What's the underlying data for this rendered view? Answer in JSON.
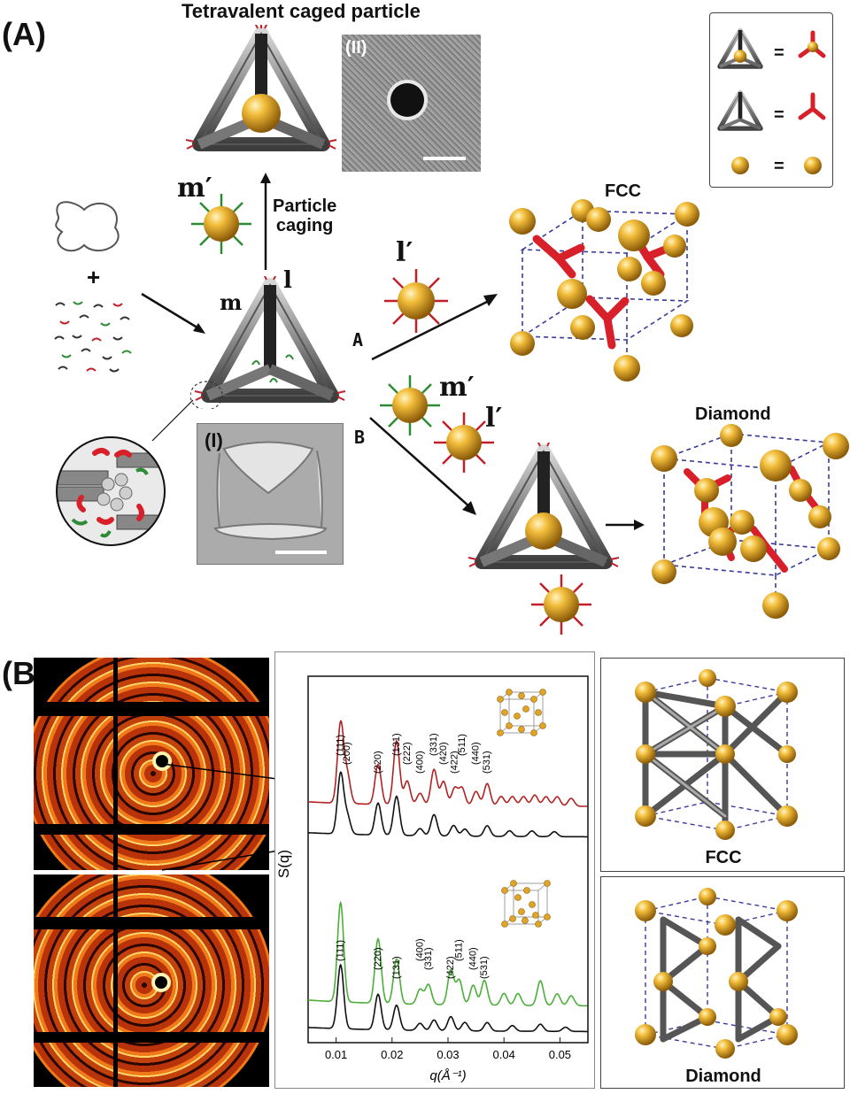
{
  "panelA": {
    "label": "(A)",
    "title": "Tetravalent caged particle",
    "em_label_II": "(II)",
    "em_label_I": "(I)",
    "m_prime_top": "m′",
    "particle_caging": [
      "Particle",
      "caging"
    ],
    "plus": "+",
    "m_label": "m",
    "l_label": "l",
    "route_a": "A",
    "route_b": "B",
    "l_prime_a": "l′",
    "m_prime_b": "m′",
    "l_prime_b": "l′",
    "fcc_title": "FCC",
    "diamond_title": "Diamond",
    "legend_eq": "=",
    "colors": {
      "gold": "#e0a526",
      "red": "#d8202a",
      "green": "#2e8b35",
      "rod": "#8a8a8a",
      "lattice": "#3a3a9a"
    }
  },
  "panelB": {
    "label": "(B)",
    "fcc_caption": "FCC",
    "diamond_caption": "Diamond"
  },
  "chart_data": {
    "type": "line",
    "xlabel": "q(Å⁻¹)",
    "ylabel": "S(q)",
    "xlim": [
      0.005,
      0.055
    ],
    "xticks": [
      "0.01",
      "0.02",
      "0.03",
      "0.04",
      "0.05"
    ],
    "xtick_values": [
      0.01,
      0.02,
      0.03,
      0.04,
      0.05
    ],
    "series": [
      {
        "color": "#b22222",
        "group": "top",
        "offset": 1,
        "peaks": [
          [
            0.0108,
            1.0
          ],
          [
            0.012,
            0.35
          ],
          [
            0.0175,
            0.5
          ],
          [
            0.0208,
            0.8
          ],
          [
            0.0227,
            0.3
          ],
          [
            0.025,
            0.15
          ],
          [
            0.0275,
            0.45
          ],
          [
            0.0292,
            0.3
          ],
          [
            0.0312,
            0.22
          ],
          [
            0.0325,
            0.22
          ],
          [
            0.035,
            0.18
          ],
          [
            0.037,
            0.28
          ],
          [
            0.0395,
            0.12
          ],
          [
            0.0415,
            0.12
          ],
          [
            0.0435,
            0.12
          ],
          [
            0.0455,
            0.14
          ],
          [
            0.0475,
            0.12
          ],
          [
            0.0495,
            0.12
          ],
          [
            0.052,
            0.1
          ]
        ]
      },
      {
        "color": "#111111",
        "group": "top",
        "offset": 0,
        "peaks": [
          [
            0.0108,
            0.85
          ],
          [
            0.012,
            0.25
          ],
          [
            0.0175,
            0.45
          ],
          [
            0.0208,
            0.55
          ],
          [
            0.025,
            0.1
          ],
          [
            0.0275,
            0.3
          ],
          [
            0.031,
            0.15
          ],
          [
            0.033,
            0.1
          ],
          [
            0.037,
            0.15
          ],
          [
            0.041,
            0.08
          ],
          [
            0.045,
            0.08
          ],
          [
            0.049,
            0.07
          ]
        ]
      },
      {
        "color": "#4caf3a",
        "group": "bottom",
        "offset": 1,
        "peaks": [
          [
            0.0108,
            1.0
          ],
          [
            0.0175,
            0.65
          ],
          [
            0.0208,
            0.45
          ],
          [
            0.025,
            0.15
          ],
          [
            0.0265,
            0.2
          ],
          [
            0.0305,
            0.35
          ],
          [
            0.032,
            0.25
          ],
          [
            0.0345,
            0.2
          ],
          [
            0.0365,
            0.25
          ],
          [
            0.04,
            0.12
          ],
          [
            0.0425,
            0.12
          ],
          [
            0.0465,
            0.25
          ],
          [
            0.0495,
            0.12
          ],
          [
            0.052,
            0.1
          ]
        ]
      },
      {
        "color": "#111111",
        "group": "bottom",
        "offset": 0,
        "peaks": [
          [
            0.0108,
            0.9
          ],
          [
            0.0175,
            0.5
          ],
          [
            0.0208,
            0.35
          ],
          [
            0.025,
            0.1
          ],
          [
            0.0275,
            0.15
          ],
          [
            0.0305,
            0.2
          ],
          [
            0.033,
            0.12
          ],
          [
            0.037,
            0.12
          ],
          [
            0.0415,
            0.08
          ],
          [
            0.0465,
            0.1
          ],
          [
            0.051,
            0.06
          ]
        ]
      }
    ],
    "annotations_top": [
      {
        "label": "(111)",
        "q": 0.0108
      },
      {
        "label": "(200)",
        "q": 0.012
      },
      {
        "label": "(220)",
        "q": 0.0175
      },
      {
        "label": "(131)",
        "q": 0.0208
      },
      {
        "label": "(222)",
        "q": 0.0227
      },
      {
        "label": "(400)",
        "q": 0.025
      },
      {
        "label": "(331)",
        "q": 0.0275
      },
      {
        "label": "(420)",
        "q": 0.0292
      },
      {
        "label": "(422)",
        "q": 0.0312
      },
      {
        "label": "(511)",
        "q": 0.0325
      },
      {
        "label": "(440)",
        "q": 0.035
      },
      {
        "label": "(531)",
        "q": 0.037
      }
    ],
    "annotations_bottom": [
      {
        "label": "(111)",
        "q": 0.0108
      },
      {
        "label": "(220)",
        "q": 0.0175
      },
      {
        "label": "(131)",
        "q": 0.0208
      },
      {
        "label": "(400)",
        "q": 0.025
      },
      {
        "label": "(331)",
        "q": 0.0265
      },
      {
        "label": "(422)",
        "q": 0.0305
      },
      {
        "label": "(511)",
        "q": 0.032
      },
      {
        "label": "(440)",
        "q": 0.0345
      },
      {
        "label": "(531)",
        "q": 0.0365
      }
    ]
  }
}
